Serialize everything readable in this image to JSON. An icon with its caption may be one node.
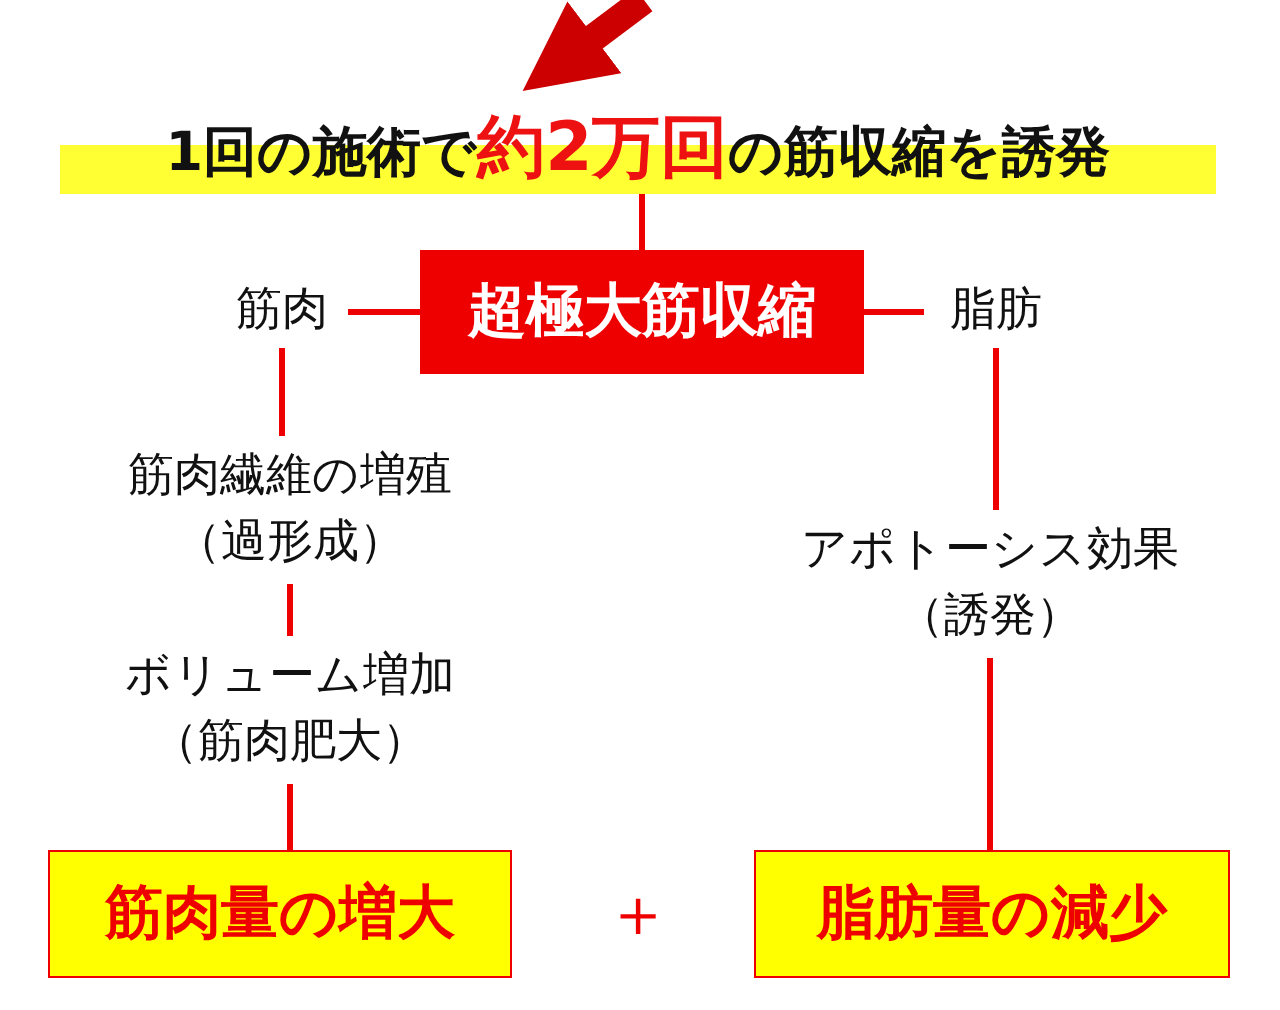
{
  "diagram": {
    "nodes": [
      {
        "text": [
          "1回の施術で**約2万回**の筋収縮を誘発"
        ]
      },
      {
        "text": [
          "超極大筋収縮"
        ]
      },
      {
        "text": [
          "筋肉"
        ]
      },
      {
        "text": [
          "脂肪"
        ]
      },
      {
        "text": [
          "筋肉繊維の増殖（過形成）"
        ]
      },
      {
        "text": [
          "ボリューム増加（筋肉肥大）"
        ]
      },
      {
        "text": [
          "筋肉量の増大"
        ]
      },
      {
        "text": [
          "アポトーシス効果（誘発）"
        ]
      },
      {
        "text": [
          "脂肪量の減少"
        ]
      }
    ],
    "edges": [
      {
        "from": null,
        "to": 0,
        "arrow": "to",
        "style": "thick"
      },
      {
        "from": 0,
        "to": 1,
        "arrow": "none"
      },
      {
        "from": 1,
        "to": 2,
        "arrow": "none"
      },
      {
        "from": 1,
        "to": 3,
        "arrow": "none"
      },
      {
        "from": 2,
        "to": 4,
        "arrow": "none"
      },
      {
        "from": 4,
        "to": 5,
        "arrow": "none"
      },
      {
        "from": 5,
        "to": 6,
        "arrow": "none"
      },
      {
        "from": 3,
        "to": 7,
        "arrow": "none"
      },
      {
        "from": 7,
        "to": 8,
        "arrow": "none"
      }
    ],
    "labels": [
      "＋"
    ]
  }
}
